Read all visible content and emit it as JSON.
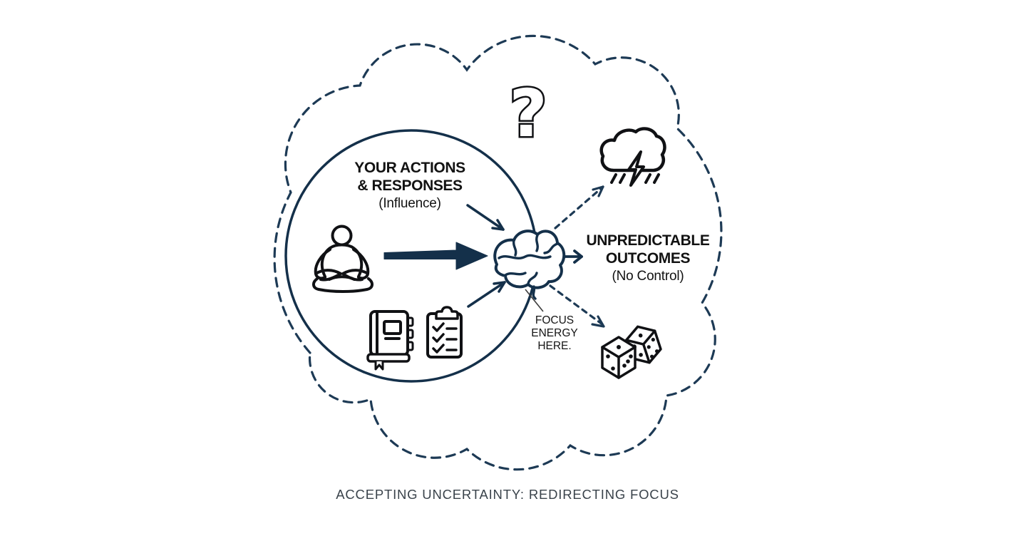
{
  "title": "ACCEPTING UNCERTAINTY: REDIRECTING FOCUS",
  "influence_zone": {
    "line1": "YOUR ACTIONS",
    "line2": "& RESPONSES",
    "line3": "(Influence)"
  },
  "outcomes_zone": {
    "line1": "UNPREDICTABLE",
    "line2": "OUTCOMES",
    "line3": "(No Control)"
  },
  "focus_note": {
    "line1": "FOCUS",
    "line2": "ENERGY",
    "line3": "HERE."
  },
  "icons": {
    "question_mark_glyph": "?",
    "question_mark": "question-mark-icon",
    "meditation": "meditation-person-icon",
    "journal": "journal-icon",
    "checklist": "clipboard-checklist-icon",
    "brain": "brain-icon",
    "storm": "storm-cloud-lightning-icon",
    "dice": "dice-pair-icon",
    "cloud": "thought-cloud-outline",
    "circle": "influence-circle"
  },
  "colors": {
    "solid_line_navy": "#14304a",
    "dashed_line_navy": "#1d3a55",
    "icon_black": "#101114",
    "text_black": "#121212",
    "caption_gray": "#3a434b",
    "background": "#ffffff"
  }
}
